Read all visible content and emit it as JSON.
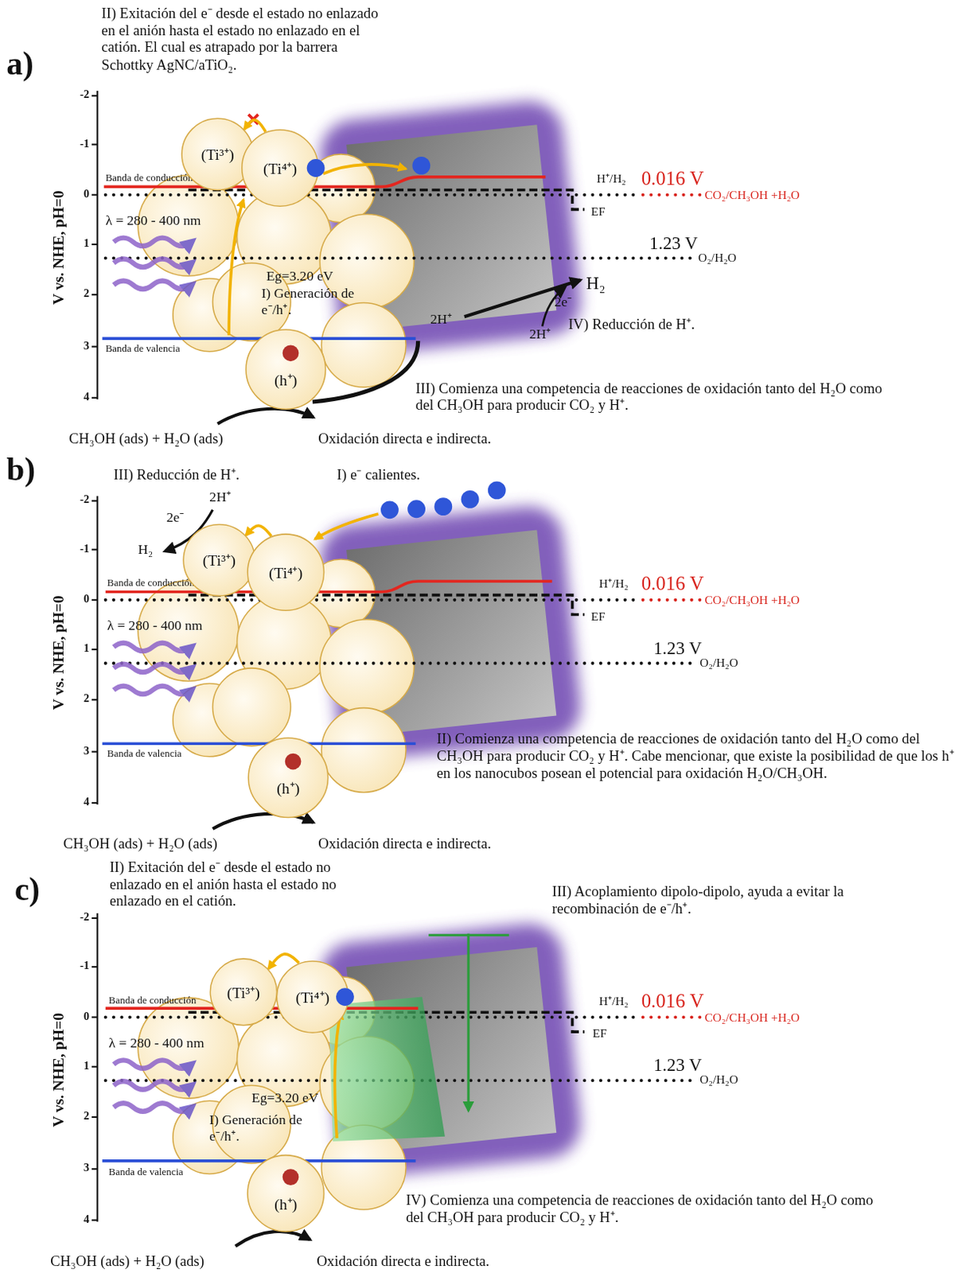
{
  "diagram": {
    "nodes": [
      {
        "text": [
          "(Ti³⁺)"
        ]
      },
      {
        "text": [
          "(Ti⁴⁺)"
        ]
      },
      {
        "text": [
          "(h⁺)"
        ]
      },
      {
        "text": [
          "(Ti³⁺)"
        ]
      },
      {
        "text": [
          "(Ti⁴⁺)"
        ]
      },
      {
        "text": [
          "(h⁺)"
        ]
      },
      {
        "text": [
          "(Ti³⁺)"
        ]
      },
      {
        "text": [
          "(Ti⁴⁺)"
        ]
      },
      {
        "text": [
          "(h⁺)"
        ]
      }
    ],
    "edges": [
      {
        "from": 1,
        "to": 0,
        "arrow": "to"
      },
      {
        "from": 4,
        "to": 3,
        "arrow": "to"
      },
      {
        "from": 7,
        "to": 6,
        "arrow": "to"
      }
    ],
    "labels": [
      "a)",
      "II) Exitación del e⁻ desde el estado no enlazado en el anión hasta el estado no enlazado en el catión. El cual es atrapado por la barrera Schottky AgNC/aTiO₂.",
      "-2",
      "-1",
      "0",
      "1",
      "2",
      "3",
      "4",
      "V vs. NHE, pH=0",
      "Banda de conducción",
      "Banda de valencia",
      "λ = 280 - 400 nm",
      "Eg=3.20 eV",
      "I) Generación de e⁻/h⁺.",
      "H⁺/H₂",
      "0.016 V",
      "CO₂/CH₃OH +H₂O",
      "EF",
      "1.23 V",
      "O₂/H₂O",
      "2H⁺",
      "H₂",
      "2e⁻",
      "2H⁺",
      "IV) Reducción de H⁺.",
      "III) Comienza una competencia de reacciones de oxidación tanto del H₂O como del CH₃OH para producir CO₂ y H⁺.",
      "CH₃OH (ads) + H₂O (ads)",
      "Oxidación directa e indirecta.",
      "b)",
      "III) Reducción de H⁺.",
      "I) e⁻ calientes.",
      "2H⁺",
      "2e⁻",
      "H₂",
      "-2",
      "-1",
      "0",
      "1",
      "2",
      "3",
      "4",
      "V vs. NHE, pH=0",
      "Banda de conducción",
      "H⁺/H₂",
      "0.016 V",
      "CO₂/CH₃OH +H₂O",
      "EF",
      "λ = 280 - 400 nm",
      "1.23 V",
      "O₂/H₂O",
      "Banda de valencia",
      "II) Comienza una competencia de reacciones de oxidación tanto del H₂O como del CH₃OH para producir CO₂ y H⁺. Cabe mencionar, que existe la posibilidad de que los h⁺ en los nanocubos posean el potencial para oxidación H₂O/CH₃OH.",
      "CH₃OH (ads) + H₂O (ads)",
      "Oxidación directa e indirecta.",
      "c)",
      "II) Exitación del e⁻ desde el estado no enlazado en el anión hasta el estado no enlazado en el catión.",
      "III) Acoplamiento dipolo-dipolo, ayuda a evitar la recombinación de e⁻/h⁺.",
      "-2",
      "-1",
      "0",
      "1",
      "2",
      "3",
      "4",
      "V vs. NHE, pH=0",
      "Banda de conducción",
      "H⁺/H₂",
      "0.016 V",
      "CO₂/CH₃OH +H₂O",
      "EF",
      "λ = 280 - 400 nm",
      "1.23 V",
      "O₂/H₂O",
      "Eg=3.20 eV",
      "I) Generación de e⁻/h⁺.",
      "Banda de valencia",
      "IV) Comienza una competencia de reacciones de oxidación tanto del H₂O como del CH₃OH para producir CO₂ y H⁺.",
      "CH₃OH (ads) + H₂O (ads)",
      "Oxidación directa e indirecta."
    ]
  }
}
